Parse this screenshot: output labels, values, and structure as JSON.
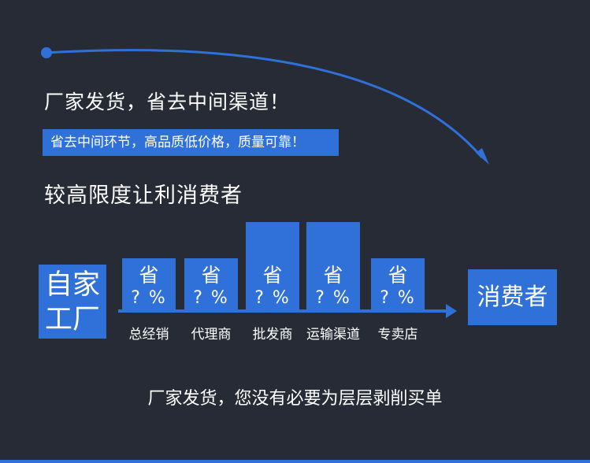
{
  "headline": "厂家发货，省去中间渠道！",
  "tagline": "省去中间环节，高品质低价格，质量可靠！",
  "subhead": "较高限度让利消费者",
  "factory": {
    "line1": "自家",
    "line2": "工厂"
  },
  "consumer": "消费者",
  "stages": [
    {
      "save": "省",
      "pct": "? %",
      "label": "总经销",
      "tall": false
    },
    {
      "save": "省",
      "pct": "? %",
      "label": "代理商",
      "tall": false
    },
    {
      "save": "省",
      "pct": "? %",
      "label": "批发商",
      "tall": true
    },
    {
      "save": "省",
      "pct": "? %",
      "label": "运输渠道",
      "tall": true
    },
    {
      "save": "省",
      "pct": "? %",
      "label": "专卖店",
      "tall": false
    }
  ],
  "footer": "厂家发货，您没有必要为层层剥削买单",
  "colors": {
    "background": "#262b36",
    "accent": "#2f70d9",
    "text": "#ffffff"
  }
}
